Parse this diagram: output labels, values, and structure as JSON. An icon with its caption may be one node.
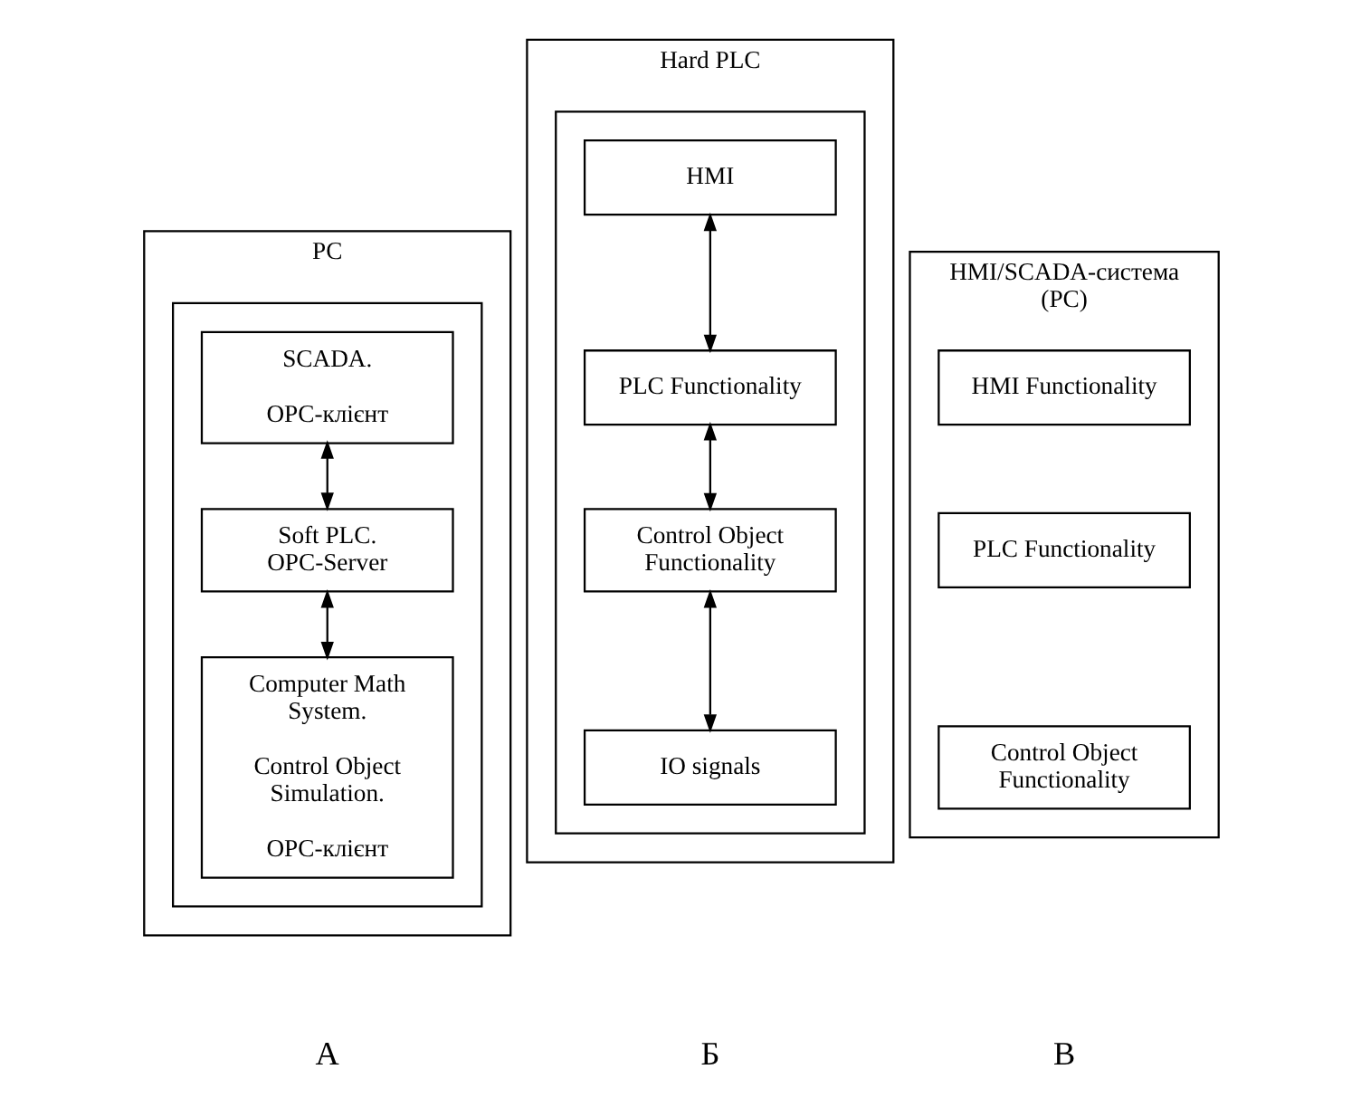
{
  "diagram": {
    "nodes": [
      {
        "text": [
          "PC"
        ]
      },
      {
        "text": [],
        "shape": "box",
        "in": 0
      },
      {
        "text": [
          "SCADA.",
          "OPC-клієнт"
        ],
        "in": 1
      },
      {
        "text": [
          "Soft PLC. OPC-Server"
        ],
        "in": 1
      },
      {
        "text": [
          "Computer Math System.",
          "Control Object Simulation.",
          "OPC-клієнт"
        ],
        "in": 1
      },
      {
        "text": [
          "Hard PLC"
        ]
      },
      {
        "text": [],
        "shape": "box",
        "in": 5
      },
      {
        "text": [
          "HMI"
        ],
        "in": 6
      },
      {
        "text": [
          "PLC Functionality"
        ],
        "in": 6
      },
      {
        "text": [
          "Control Object Functionality"
        ],
        "in": 6
      },
      {
        "text": [
          "IO signals"
        ],
        "in": 6
      },
      {
        "text": [
          "HMI/SCADA-система (PC)"
        ]
      },
      {
        "text": [
          "HMI Functionality"
        ],
        "in": 11
      },
      {
        "text": [
          "PLC Functionality"
        ],
        "in": 11
      },
      {
        "text": [
          "Control Object Functionality"
        ],
        "in": 11
      }
    ],
    "edges": [
      {
        "from": 2,
        "to": 3,
        "arrow": "both"
      },
      {
        "from": 3,
        "to": 4,
        "arrow": "both"
      },
      {
        "from": 7,
        "to": 8,
        "arrow": "both"
      },
      {
        "from": 8,
        "to": 9,
        "arrow": "both"
      },
      {
        "from": 9,
        "to": 10,
        "arrow": "both"
      }
    ],
    "labels": [
      "А",
      "Б",
      "В"
    ]
  }
}
